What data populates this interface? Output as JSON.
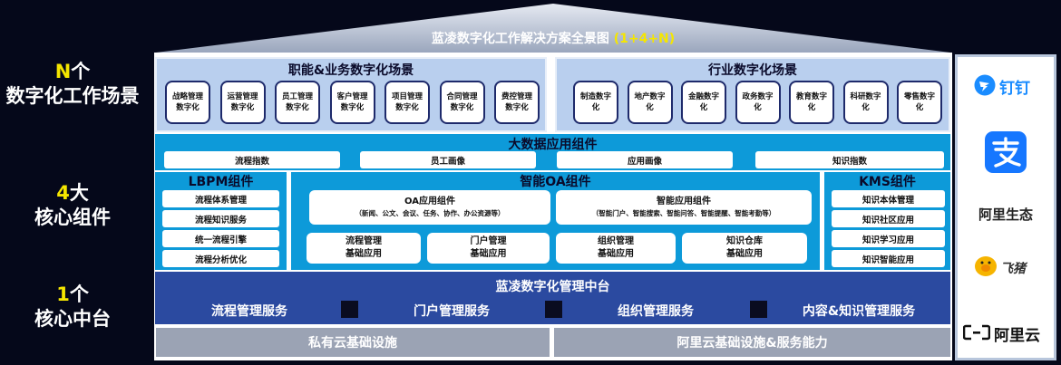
{
  "roof": {
    "title": "蓝凌数字化工作解决方案全景图",
    "title_suffix": "(1+4+N)"
  },
  "left_labels": {
    "n": {
      "hl": "N",
      "rest": "个",
      "line2": "数字化工作场景"
    },
    "four": {
      "hl": "4",
      "rest": "大",
      "line2": "核心组件"
    },
    "one": {
      "hl": "1",
      "rest": "个",
      "line2": "核心中台"
    }
  },
  "functional": {
    "title": "职能&业务数字化场景",
    "tiles": [
      "战略管理数字化",
      "运营管理数字化",
      "员工管理数字化",
      "客户管理数字化",
      "项目管理数字化",
      "合同管理数字化",
      "费控管理数字化"
    ]
  },
  "industry": {
    "title": "行业数字化场景",
    "tiles": [
      "制造数字化",
      "地产数字化",
      "金融数字化",
      "政务数字化",
      "教育数字化",
      "科研数字化",
      "零售数字化"
    ]
  },
  "bigdata": {
    "title": "大数据应用组件",
    "pills": [
      "流程指数",
      "员工画像",
      "应用画像",
      "知识指数"
    ]
  },
  "lbpm": {
    "title": "LBPM组件",
    "items": [
      "流程体系管理",
      "流程知识服务",
      "统一流程引擎",
      "流程分析优化"
    ]
  },
  "oa": {
    "title": "智能OA组件",
    "app_title": "OA应用组件",
    "app_sub": "（新闻、公文、会议、任务、协作、办公资源等）",
    "smart_title": "智能应用组件",
    "smart_sub": "（智能门户、智能搜索、智能问答、智能提醒、智能考勤等）",
    "boxes": [
      {
        "l1": "流程管理",
        "l2": "基础应用"
      },
      {
        "l1": "门户管理",
        "l2": "基础应用"
      },
      {
        "l1": "组织管理",
        "l2": "基础应用"
      },
      {
        "l1": "知识仓库",
        "l2": "基础应用"
      }
    ]
  },
  "kms": {
    "title": "KMS组件",
    "items": [
      "知识本体管理",
      "知识社区应用",
      "知识学习应用",
      "知识智能应用"
    ]
  },
  "platform": {
    "title": "蓝凌数字化管理中台",
    "services": [
      "流程管理服务",
      "门户管理服务",
      "组织管理服务",
      "内容&知识管理服务"
    ]
  },
  "infra": {
    "private": "私有云基础设施",
    "ali": "阿里云基础设施&服务能力"
  },
  "ali_col": {
    "dingtalk": "钉钉",
    "ecosystem": "阿里生态",
    "feizhu": "飞猪",
    "aliyun": "阿里云",
    "colors": {
      "dingtalk": "#1a8cff",
      "alipay": "#1677ff",
      "feizhu": "#f6b400"
    }
  }
}
